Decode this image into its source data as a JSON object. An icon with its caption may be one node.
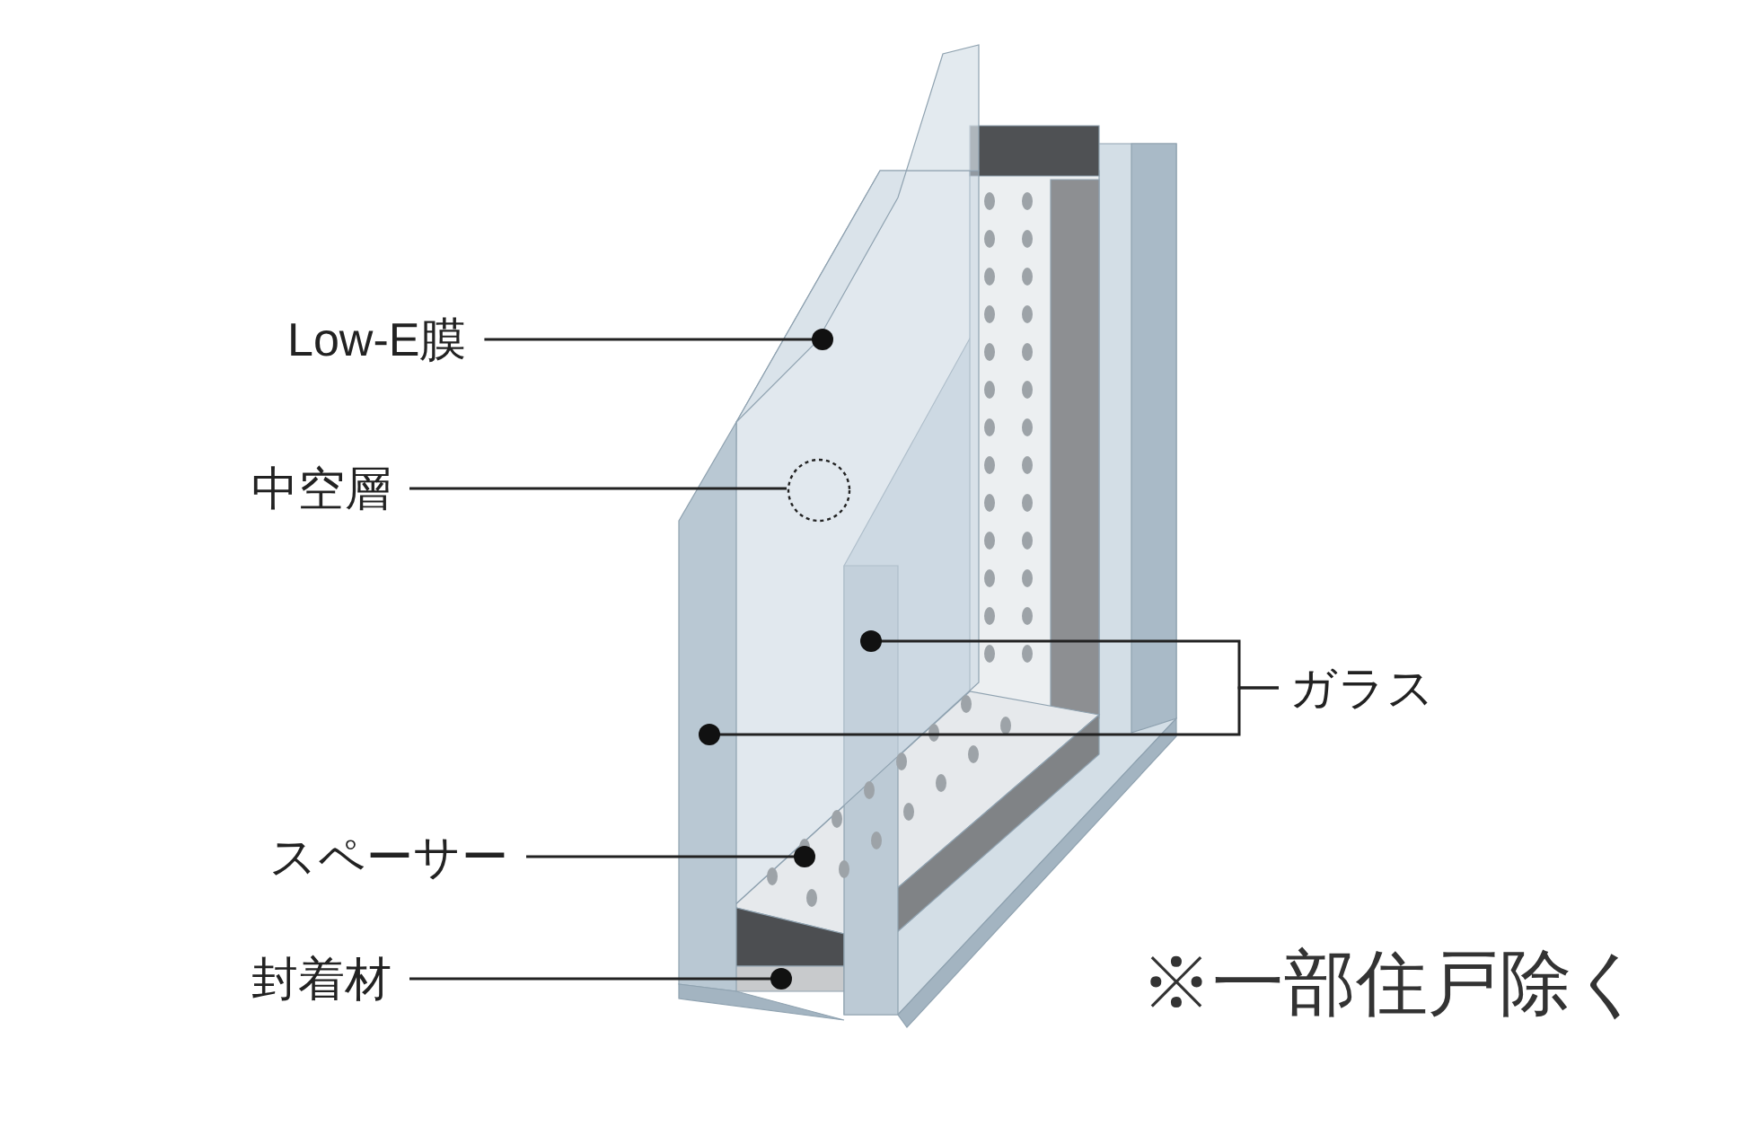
{
  "diagram": {
    "nodes": [
      {
        "text": [
          "Low-E膜"
        ]
      },
      {
        "text": [
          "中空層"
        ]
      },
      {
        "text": [],
        "shape": "circle"
      },
      {
        "text": [
          "ガラス"
        ]
      },
      {
        "text": [
          "スペーサー"
        ]
      },
      {
        "text": [
          "封着材"
        ]
      }
    ],
    "edges": [
      {
        "from": 0,
        "to": null,
        "arrow": "other"
      },
      {
        "from": 1,
        "to": 2,
        "arrow": "none"
      },
      {
        "from": 3,
        "to": null,
        "arrow": "other"
      },
      {
        "from": 3,
        "to": null,
        "arrow": "other"
      },
      {
        "from": 4,
        "to": null,
        "arrow": "other"
      },
      {
        "from": 5,
        "to": null,
        "arrow": "other"
      }
    ],
    "labels": [
      "※一部住戸除く"
    ]
  }
}
